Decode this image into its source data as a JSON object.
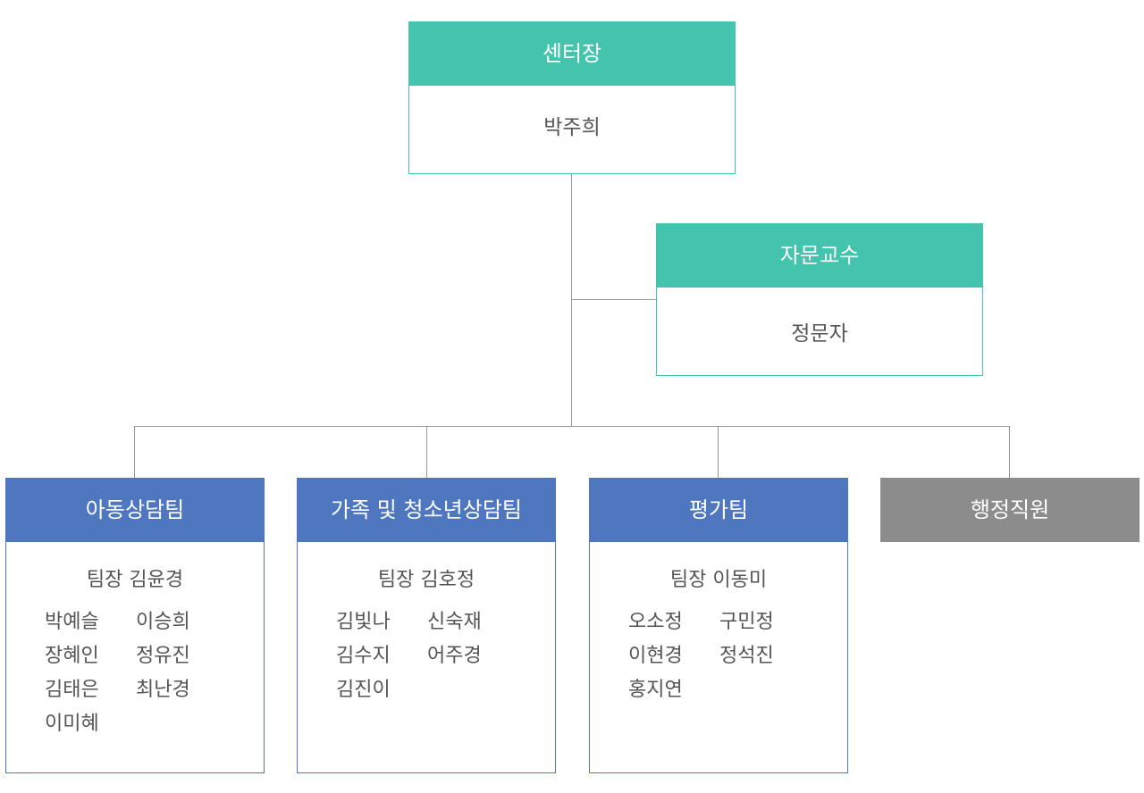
{
  "director": {
    "title": "센터장",
    "name": "박주희"
  },
  "advisor": {
    "title": "자문교수",
    "name": "정문자"
  },
  "teams": [
    {
      "title": "아동상담팀",
      "leader": "팀장 김윤경",
      "members": [
        "박예슬",
        "이승희",
        "장혜인",
        "정유진",
        "김태은",
        "최난경",
        "이미혜"
      ]
    },
    {
      "title": "가족 및 청소년상담팀",
      "leader": "팀장 김호정",
      "members": [
        "김빛나",
        "신숙재",
        "김수지",
        "어주경",
        "김진이"
      ]
    },
    {
      "title": "평가팀",
      "leader": "팀장 이동미",
      "members": [
        "오소정",
        "구민정",
        "이현경",
        "정석진",
        "홍지연"
      ]
    }
  ],
  "admin": {
    "title": "행정직원"
  },
  "colors": {
    "teal": "#44c3ad",
    "blue": "#4f77bf",
    "gray": "#8c8c8c",
    "connector": "#999999"
  }
}
